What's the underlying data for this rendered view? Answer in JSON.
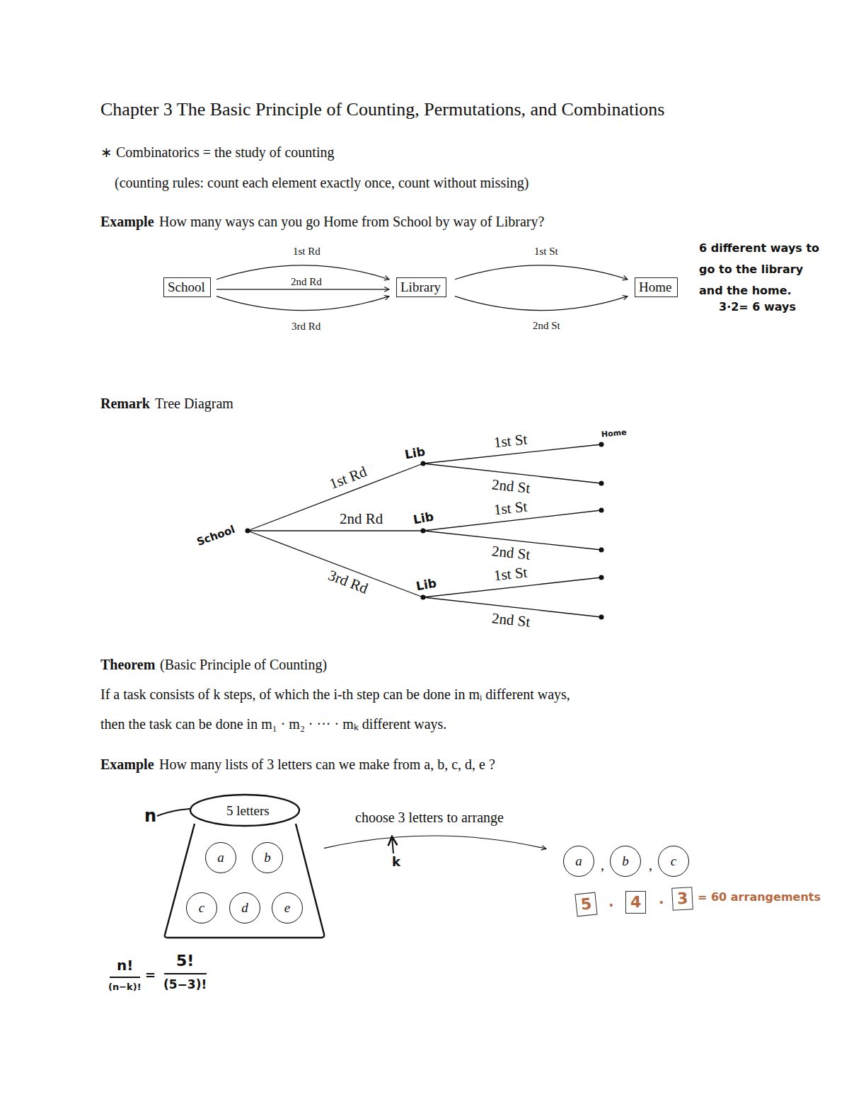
{
  "diagram": {
    "title": "Chapter 3 The Basic Principle of Counting, Permutations, and Combinations",
    "nodes": [
      {
        "text": [
          "School"
        ]
      },
      {
        "text": [
          "Library"
        ]
      },
      {
        "text": [
          "Home"
        ]
      },
      {
        "text": [
          "5 letters"
        ]
      },
      {
        "text": [
          "a"
        ],
        "in": 3
      },
      {
        "text": [
          "b"
        ],
        "in": 3
      },
      {
        "text": [
          "c"
        ],
        "in": 3
      },
      {
        "text": [
          "d"
        ],
        "in": 3
      },
      {
        "text": [
          "e"
        ],
        "in": 3
      },
      {
        "text": [
          "a"
        ]
      },
      {
        "text": [
          "b"
        ]
      },
      {
        "text": [
          "c"
        ]
      },
      {
        "text": [
          "5"
        ]
      },
      {
        "text": [
          "4"
        ]
      },
      {
        "text": [
          "3"
        ]
      }
    ],
    "edges": [
      {
        "from": 0,
        "to": 1,
        "label": "1st Rd",
        "arrow": "to"
      },
      {
        "from": 0,
        "to": 1,
        "label": "2nd Rd",
        "arrow": "to"
      },
      {
        "from": 0,
        "to": 1,
        "label": "3rd Rd",
        "arrow": "to"
      },
      {
        "from": 1,
        "to": 2,
        "label": "1st St",
        "arrow": "to"
      },
      {
        "from": 1,
        "to": 2,
        "label": "2nd St",
        "arrow": "to"
      },
      {
        "from": 3,
        "to": 9,
        "label": "choose 3 letters to arrange",
        "arrow": "to"
      }
    ],
    "labels": [
      "∗ Combinatorics = the study of counting",
      "(counting rules: count each element exactly once, count without missing)",
      "Example",
      "How many ways can you go Home from School by way of Library?",
      "6 different ways to go to the library and the home.",
      "3·2= 6 ways",
      "Remark",
      "Tree Diagram",
      "School",
      "1st Rd",
      "Lib",
      "1st St",
      "Home",
      "2nd St",
      "2nd Rd",
      "Lib",
      "1st St",
      "2nd St",
      "3rd Rd",
      "Lib",
      "1st St",
      "2nd St",
      "Theorem",
      "(Basic Principle of Counting)",
      "If a task consists of k steps, of which the i-th step can be done in mᵢ different ways,",
      "then the task can be done in m₁ · m₂ · ··· · mₖ different ways.",
      "Example",
      "How many lists of 3 letters can we make from a, b, c, d, e ?",
      "n",
      "k",
      ",",
      ",",
      "·",
      "·",
      "= 60 arrangements",
      "n!",
      "(n−k)!",
      "=",
      "5!",
      "(5−3)!"
    ]
  }
}
